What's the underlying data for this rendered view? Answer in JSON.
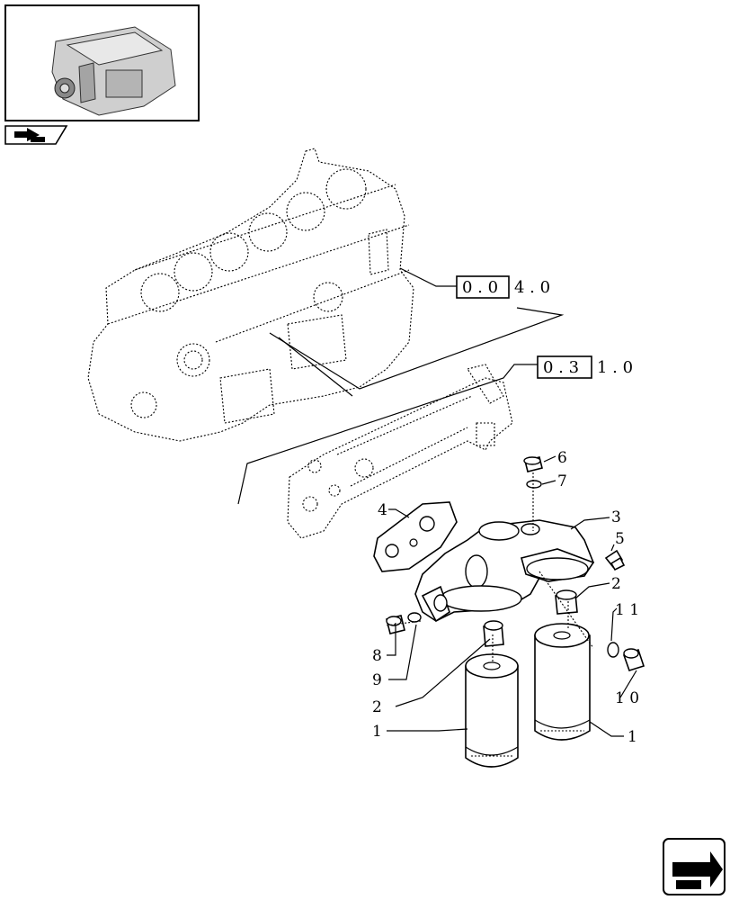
{
  "thumbnail": {
    "icon": "engine-thumbnail"
  },
  "nav": {
    "prev_icon": "back-arrow-icon",
    "next_icon": "next-arrow-icon"
  },
  "references": [
    {
      "id": "ref-0040",
      "boxed": "0 . 0",
      "rest": "4 . 0"
    },
    {
      "id": "ref-0310",
      "boxed": "0 . 3",
      "rest": "1 . 0"
    }
  ],
  "callouts": {
    "c1a": "1",
    "c1b": "1",
    "c2a": "2",
    "c2b": "2",
    "c3": "3",
    "c4": "4",
    "c5": "5",
    "c6": "6",
    "c7": "7",
    "c8": "8",
    "c9": "9",
    "c10": "1 0",
    "c11": "1 1"
  }
}
